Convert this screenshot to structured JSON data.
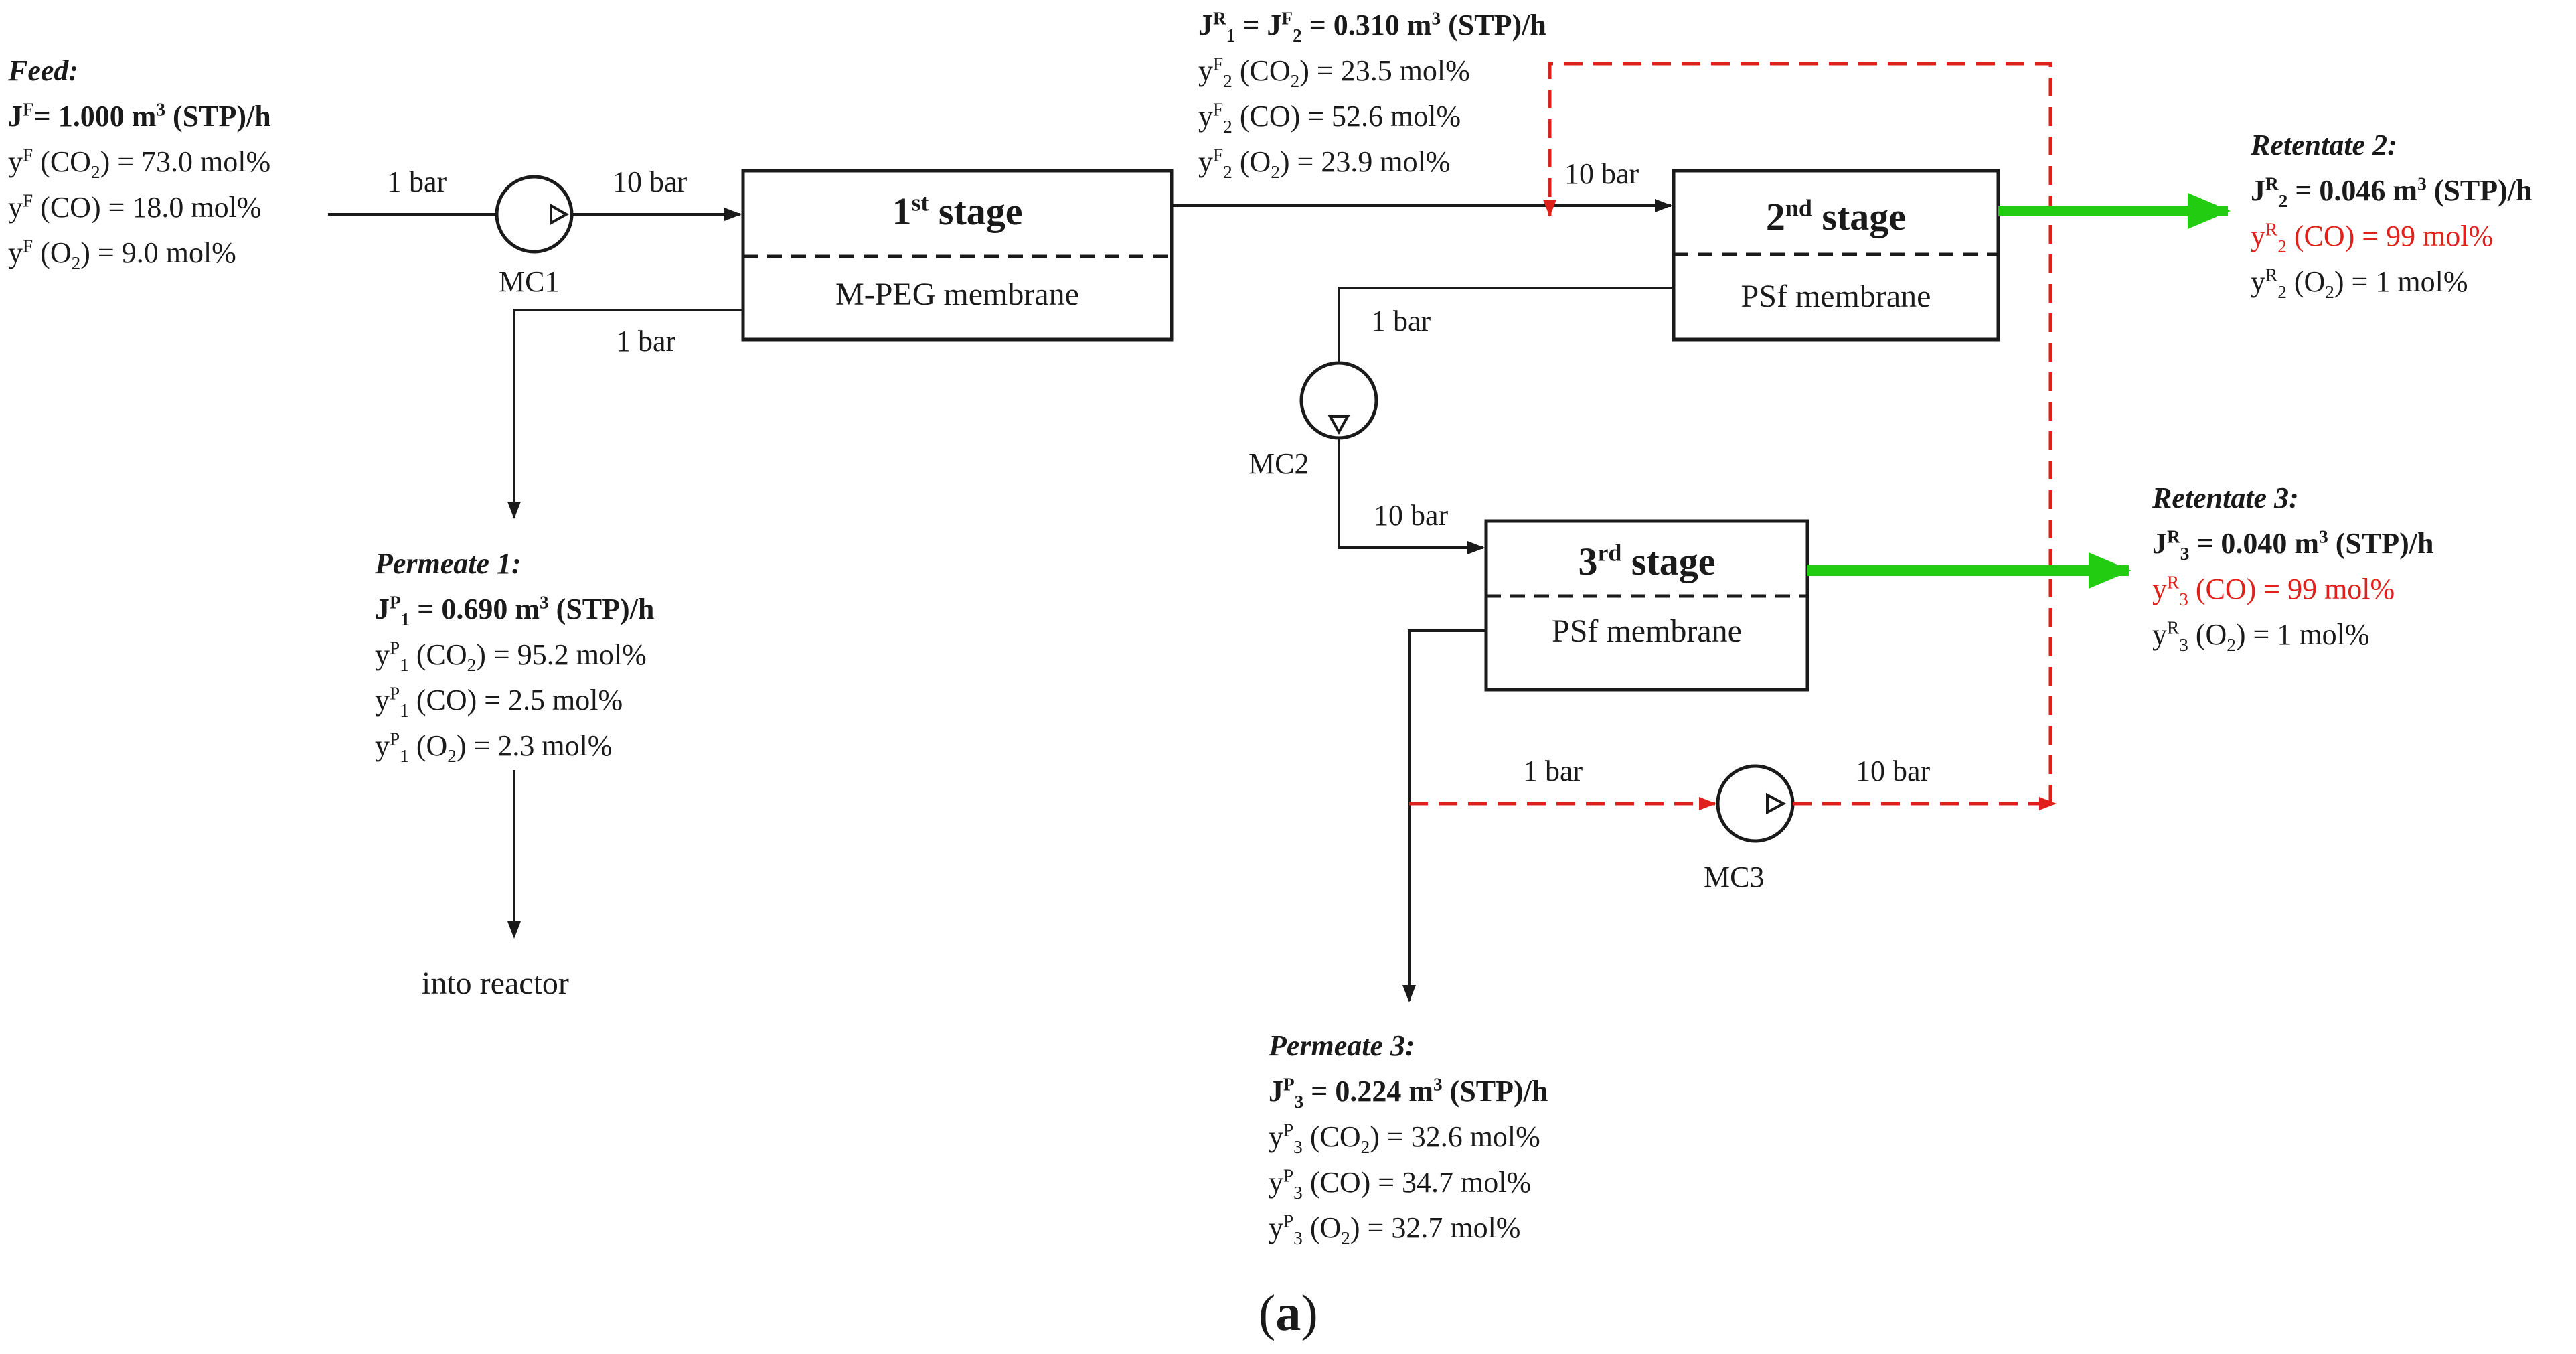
{
  "figure": {
    "caption_letter": "a"
  },
  "stages": {
    "stage1": {
      "ord": "1",
      "suffix": "st",
      "word": "stage",
      "membrane": "M-PEG membrane"
    },
    "stage2": {
      "ord": "2",
      "suffix": "nd",
      "word": "stage",
      "membrane": "PSf membrane"
    },
    "stage3": {
      "ord": "3",
      "suffix": "rd",
      "word": "stage",
      "membrane": "PSf  membrane"
    }
  },
  "compressors": {
    "mc1": "MC1",
    "mc2": "MC2",
    "mc3": "MC3"
  },
  "pressures": {
    "feed_in": "1 bar",
    "mc1_out": "10 bar",
    "perm1": "1 bar",
    "r1_to_s2": "10 bar",
    "perm2": "1 bar",
    "mc2_out": "10 bar",
    "mc3_in": "1 bar",
    "mc3_out": "10 bar"
  },
  "feed": {
    "heading": "Feed:",
    "flow": {
      "sym": "J",
      "sup": "F",
      "rest": "= 1.000 m",
      "unit_sup": "3",
      "tail": " (STP)/h"
    },
    "comps": [
      {
        "sym": "y",
        "sup": "F",
        "sub": "",
        "a": " (CO",
        "asub": "2",
        "b": ") = 73.0 mol%"
      },
      {
        "sym": "y",
        "sup": "F",
        "sub": "",
        "a": " (CO",
        "asub": "",
        "b": ") = 18.0 mol%"
      },
      {
        "sym": "y",
        "sup": "F",
        "sub": "",
        "a": " (O",
        "asub": "2",
        "b": ") = 9.0 mol%"
      }
    ]
  },
  "retentate1": {
    "flow": {
      "p1": "J",
      "p1sup": "R",
      "p1sub": "1",
      "eq": " = J",
      "p2sup": "F",
      "p2sub": "2",
      "rest": " = 0.310 m",
      "unit_sup": "3",
      "tail": " (STP)/h"
    },
    "comps": [
      {
        "sym": "y",
        "sup": "F",
        "sub": "2",
        "a": " (CO",
        "asub": "2",
        "b": ") = 23.5 mol%"
      },
      {
        "sym": "y",
        "sup": "F",
        "sub": "2",
        "a": " (CO",
        "asub": "",
        "b": ") = 52.6 mol%"
      },
      {
        "sym": "y",
        "sup": "F",
        "sub": "2",
        "a": " (O",
        "asub": "2",
        "b": ") = 23.9 mol%"
      }
    ]
  },
  "permeate1": {
    "heading": "Permeate 1:",
    "flow": {
      "sym": "J",
      "sup": "P",
      "sub": "1",
      "rest": " = 0.690 m",
      "unit_sup": "3",
      "tail": " (STP)/h"
    },
    "comps": [
      {
        "sym": "y",
        "sup": "P",
        "sub": "1",
        "a": " (CO",
        "asub": "2",
        "b": ") = 95.2 mol%"
      },
      {
        "sym": "y",
        "sup": "P",
        "sub": "1",
        "a": " (CO",
        "asub": "",
        "b": ") = 2.5 mol%"
      },
      {
        "sym": "y",
        "sup": "P",
        "sub": "1",
        "a": " (O",
        "asub": "2",
        "b": ") = 2.3 mol%"
      }
    ],
    "destination": "into reactor"
  },
  "retentate2": {
    "heading": "Retentate 2:",
    "flow": {
      "sym": "J",
      "sup": "R",
      "sub": "2",
      "rest": " = 0.046 m",
      "unit_sup": "3",
      "tail": " (STP)/h"
    },
    "comps": [
      {
        "sym": "y",
        "sup": "R",
        "sub": "2",
        "a": " (CO",
        "asub": "",
        "b": ") = 99 mol%",
        "red": true
      },
      {
        "sym": "y",
        "sup": "R",
        "sub": "2",
        "a": " (O",
        "asub": "2",
        "b": ") = 1 mol%",
        "red": false
      }
    ]
  },
  "retentate3": {
    "heading": "Retentate 3:",
    "flow": {
      "sym": "J",
      "sup": "R",
      "sub": "3",
      "rest": " = 0.040 m",
      "unit_sup": "3",
      "tail": " (STP)/h"
    },
    "comps": [
      {
        "sym": "y",
        "sup": "R",
        "sub": "3",
        "a": " (CO",
        "asub": "",
        "b": ") = 99 mol%",
        "red": true
      },
      {
        "sym": "y",
        "sup": "R",
        "sub": "3",
        "a": " (O",
        "asub": "2",
        "b": ") = 1 mol%",
        "red": false
      }
    ]
  },
  "permeate3": {
    "heading": "Permeate 3:",
    "flow": {
      "sym": "J",
      "sup": "P",
      "sub": "3",
      "rest": " = 0.224 m",
      "unit_sup": "3",
      "tail": " (STP)/h"
    },
    "comps": [
      {
        "sym": "y",
        "sup": "P",
        "sub": "3",
        "a": " (CO",
        "asub": "2",
        "b": ") = 32.6 mol%"
      },
      {
        "sym": "y",
        "sup": "P",
        "sub": "3",
        "a": " (CO",
        "asub": "",
        "b": ") = 34.7 mol%"
      },
      {
        "sym": "y",
        "sup": "P",
        "sub": "3",
        "a": " (O",
        "asub": "2",
        "b": ") = 32.7 mol%"
      }
    ]
  },
  "colors": {
    "line": "#1a1a1a",
    "recycle": "#e0201b",
    "product": "#22cc11",
    "highlight": "#e0201b"
  }
}
